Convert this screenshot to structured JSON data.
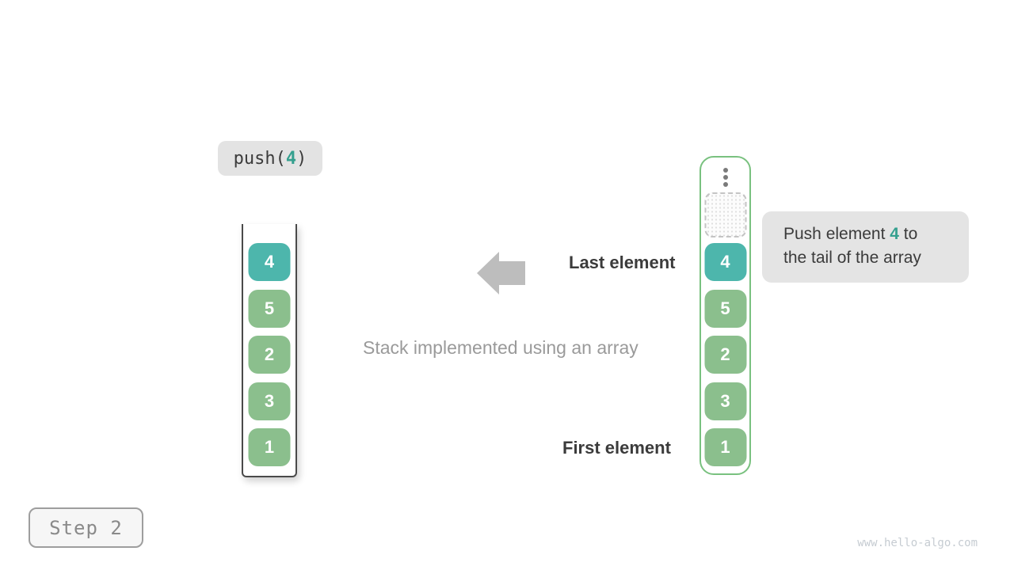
{
  "operation": {
    "prefix": "push(",
    "argument": "4",
    "suffix": ")"
  },
  "left_stack": {
    "values": [
      "4",
      "5",
      "2",
      "3",
      "1"
    ]
  },
  "right_stack": {
    "values": [
      "4",
      "5",
      "2",
      "3",
      "1"
    ]
  },
  "labels": {
    "last_element": "Last element",
    "first_element": "First element",
    "caption": "Stack implemented using an array"
  },
  "tooltip": {
    "line1_before": "Push element ",
    "highlight": "4",
    "line1_after": " to",
    "line2": "the tail of the array"
  },
  "step": {
    "label": "Step 2"
  },
  "watermark": "www.hello-algo.com",
  "icons": {
    "arrow": "left-block-arrow",
    "ellipsis": "vertical-ellipsis"
  },
  "colors": {
    "teal_element": "#4db6ac",
    "green_element": "#8bbf8d",
    "highlight_text": "#35a08f",
    "arrow_gray": "#bdbdbd",
    "dark_text": "#3b3b3b",
    "caption_gray": "#9a9a9a",
    "chip_bg": "#e3e3e3",
    "tooltip_bg": "#e4e4e4",
    "right_container_border": "#79c17f",
    "left_container_border": "#4a4a4a",
    "step_text": "#8a8a8a",
    "watermark_gray": "#c6ccd2"
  }
}
